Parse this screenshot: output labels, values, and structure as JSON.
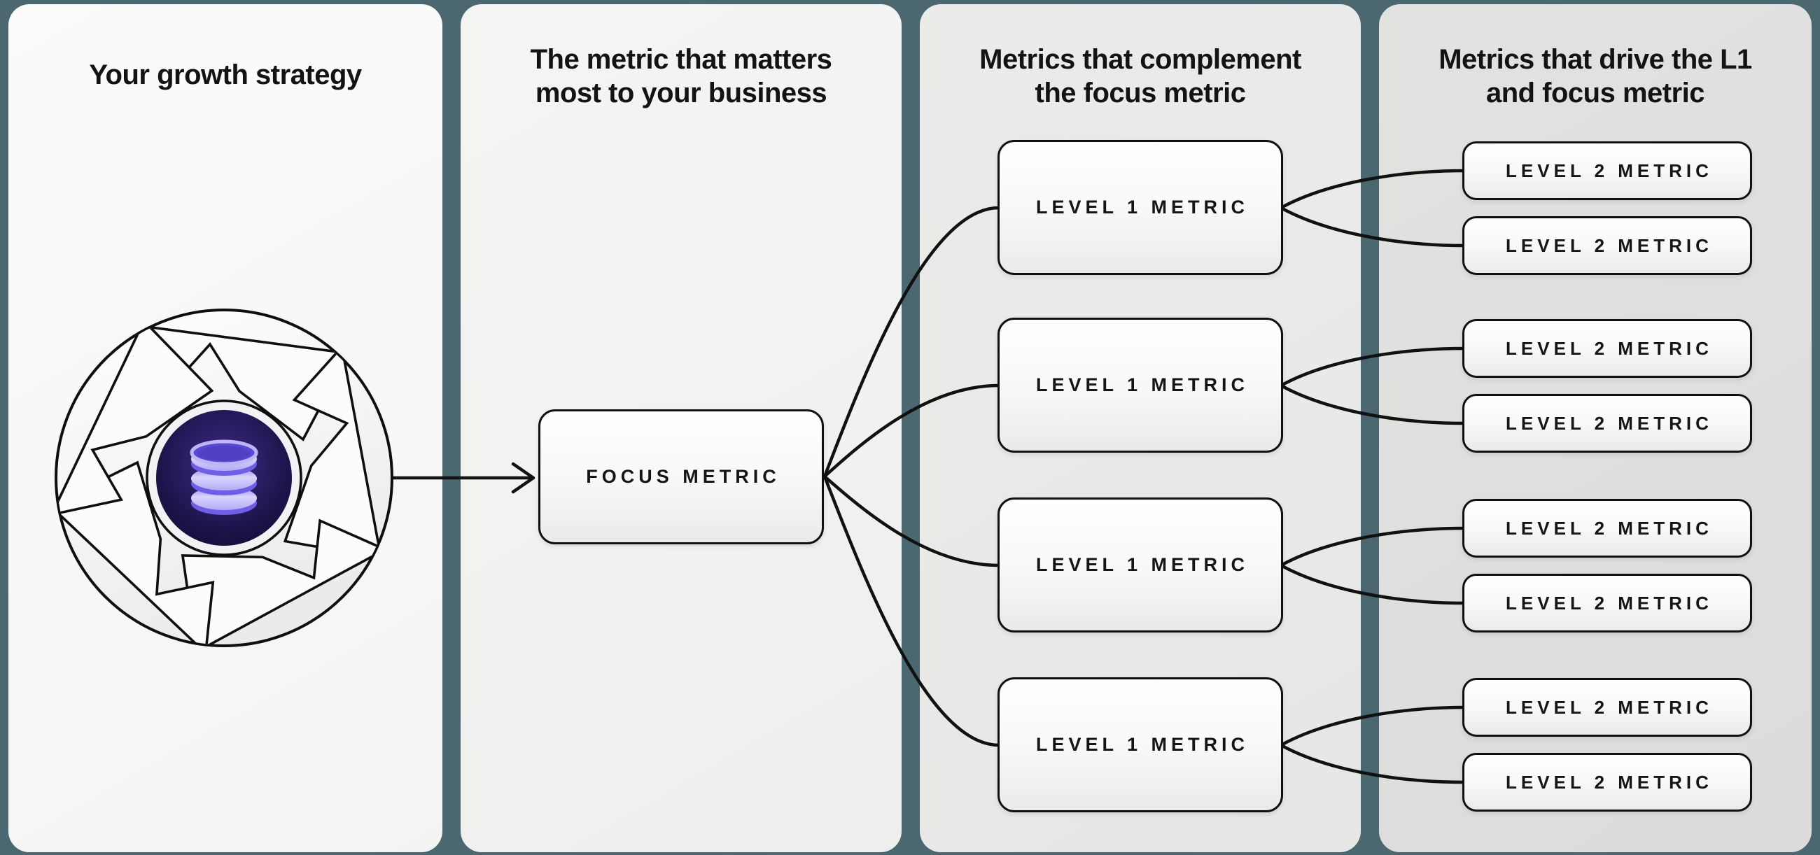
{
  "columns": [
    {
      "id": "growth-strategy",
      "title_lines": [
        "Your growth strategy"
      ],
      "icon": "growth-cycle-database-icon"
    },
    {
      "id": "focus-metric",
      "title_lines": [
        "The metric that matters",
        "most to your business"
      ],
      "boxes": [
        {
          "label": "FOCUS METRIC"
        }
      ]
    },
    {
      "id": "level-1-metrics",
      "title_lines": [
        "Metrics that complement",
        "the focus metric"
      ],
      "boxes": [
        {
          "label": "LEVEL 1 METRIC"
        },
        {
          "label": "LEVEL 1 METRIC"
        },
        {
          "label": "LEVEL 1 METRIC"
        },
        {
          "label": "LEVEL 1 METRIC"
        }
      ]
    },
    {
      "id": "level-2-metrics",
      "title_lines": [
        "Metrics that drive the L1",
        "and focus metric"
      ],
      "boxes": [
        {
          "label": "LEVEL 2 METRIC"
        },
        {
          "label": "LEVEL 2 METRIC"
        },
        {
          "label": "LEVEL 2 METRIC"
        },
        {
          "label": "LEVEL 2 METRIC"
        },
        {
          "label": "LEVEL 2 METRIC"
        },
        {
          "label": "LEVEL 2 METRIC"
        },
        {
          "label": "LEVEL 2 METRIC"
        },
        {
          "label": "LEVEL 2 METRIC"
        }
      ]
    }
  ],
  "icon": {
    "name": "growth-cycle-database-icon",
    "outer_shape": "five-blade aperture cycle",
    "center_symbol": "database"
  },
  "colors": {
    "background_teal": "#4b6770",
    "panel_1": "#f8f8f7",
    "panel_2": "#f1f1f0",
    "panel_3": "#e9e9e8",
    "panel_4": "#dfdede",
    "box_border": "#101010",
    "text": "#131313",
    "connector": "#111111",
    "core_indigo": "#2b1e64",
    "database_lavender": "#c4bcf9",
    "database_purple": "#5a48d4"
  }
}
